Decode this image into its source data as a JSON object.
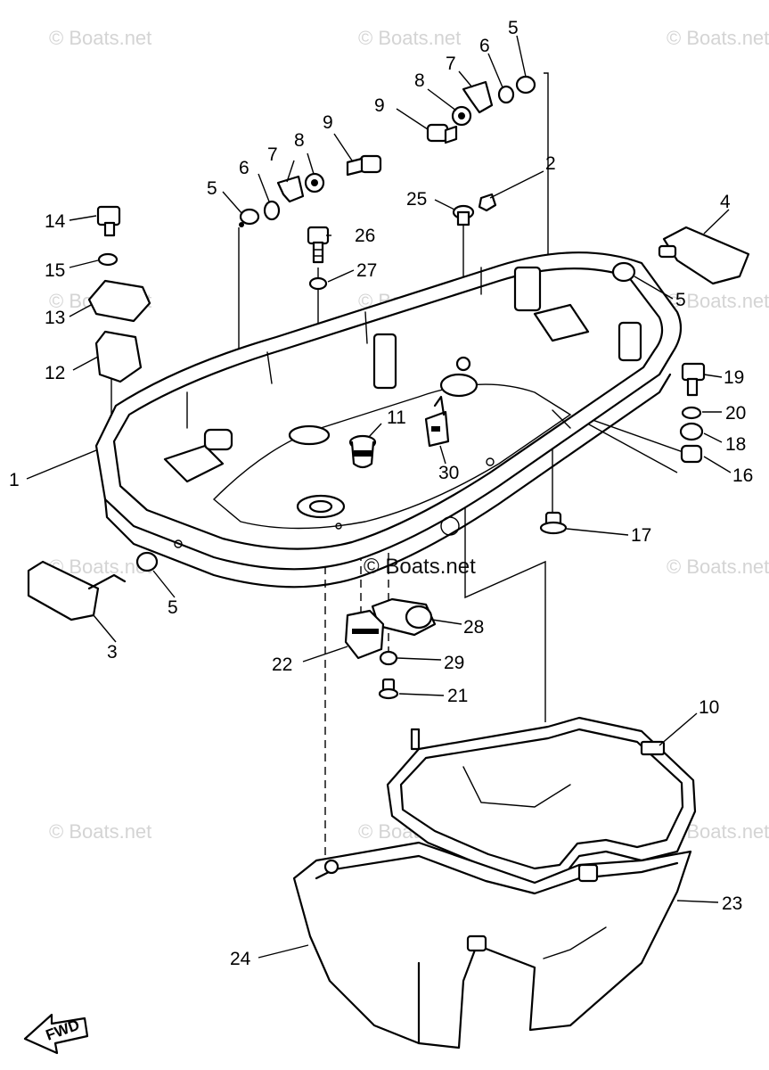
{
  "watermark": "© Boats.net",
  "center_mark": "© Boats.net",
  "fwd_label": "FWD",
  "callouts": [
    "1",
    "2",
    "3",
    "4",
    "5",
    "5",
    "5",
    "5",
    "6",
    "6",
    "7",
    "7",
    "8",
    "8",
    "9",
    "9",
    "10",
    "11",
    "12",
    "13",
    "14",
    "15",
    "16",
    "17",
    "18",
    "19",
    "20",
    "21",
    "22",
    "23",
    "24",
    "25",
    "26",
    "27",
    "28",
    "29",
    "30"
  ]
}
